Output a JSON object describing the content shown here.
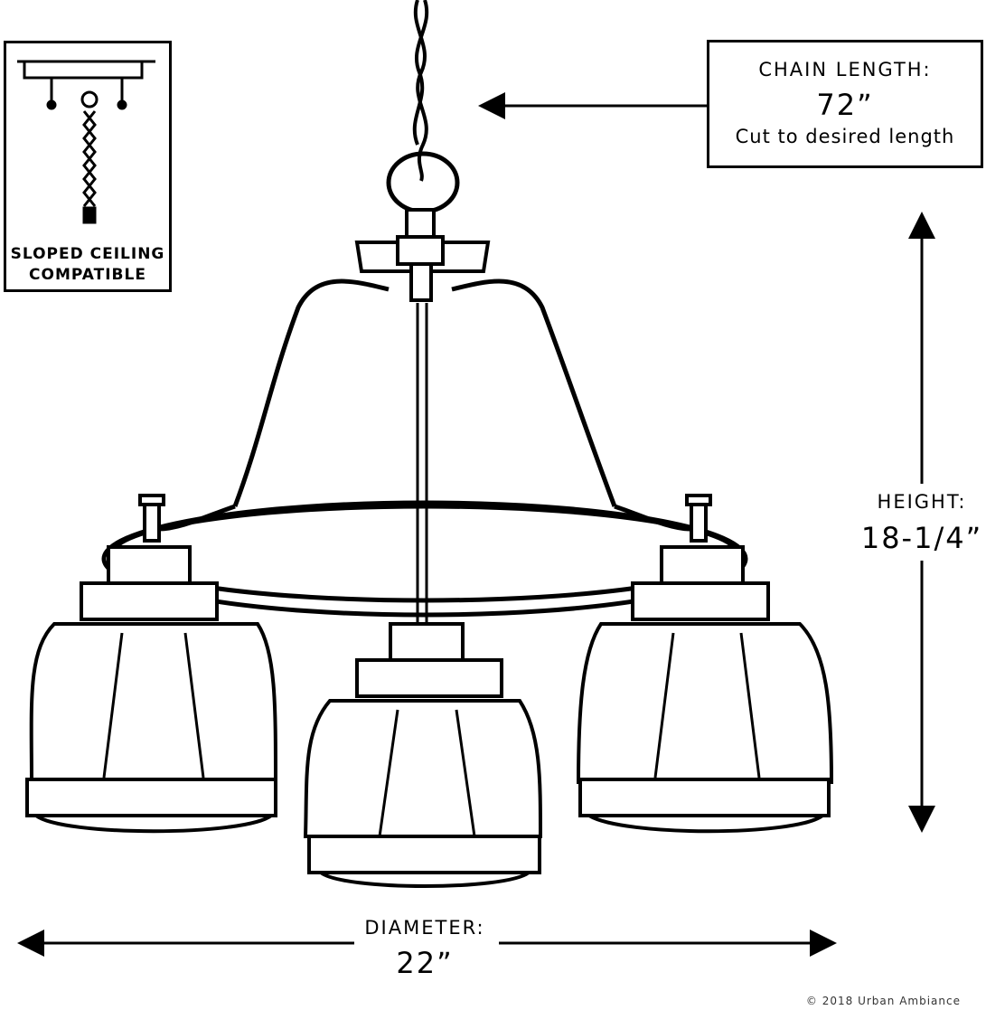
{
  "sloped_ceiling": {
    "line1": "SLOPED CEILING",
    "line2": "COMPATIBLE"
  },
  "chain_length": {
    "title": "CHAIN LENGTH:",
    "value": "72”",
    "note": "Cut to desired length"
  },
  "height": {
    "title": "HEIGHT:",
    "value": "18-1/4”"
  },
  "diameter": {
    "title": "DIAMETER:",
    "value": "22”"
  },
  "copyright": "© 2018 Urban Ambiance",
  "colors": {
    "line": "#000000",
    "background": "#ffffff"
  }
}
